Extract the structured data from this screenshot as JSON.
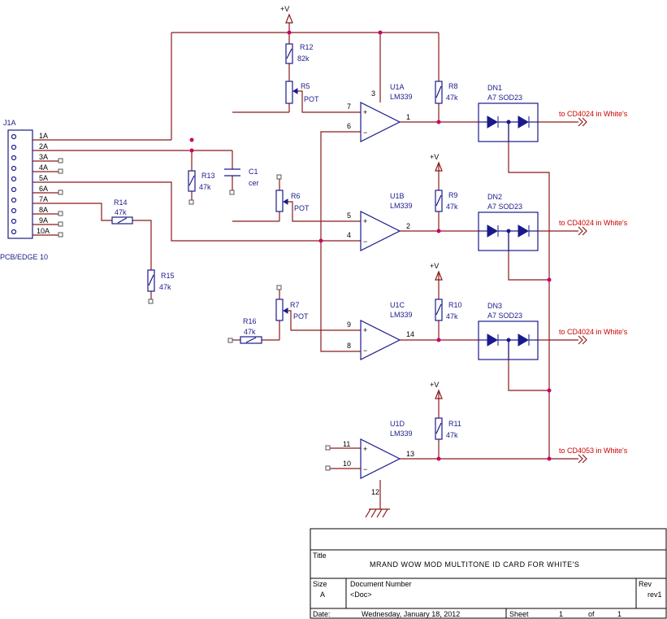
{
  "connector": {
    "ref": "J1A",
    "name": "PCB/EDGE 10",
    "pins": [
      "1A",
      "2A",
      "3A",
      "4A",
      "5A",
      "6A",
      "7A",
      "8A",
      "9A",
      "10A"
    ]
  },
  "supply": {
    "label": "+V"
  },
  "components": {
    "R12": {
      "ref": "R12",
      "value": "82k"
    },
    "R5": {
      "ref": "R5",
      "value": "POT"
    },
    "R6": {
      "ref": "R6",
      "value": "POT"
    },
    "R7": {
      "ref": "R7",
      "value": "POT"
    },
    "R8": {
      "ref": "R8",
      "value": "47k"
    },
    "R9": {
      "ref": "R9",
      "value": "47k"
    },
    "R10": {
      "ref": "R10",
      "value": "47k"
    },
    "R11": {
      "ref": "R11",
      "value": "47k"
    },
    "R13": {
      "ref": "R13",
      "value": "47k"
    },
    "R14": {
      "ref": "R14",
      "value": "47k"
    },
    "R15": {
      "ref": "R15",
      "value": "47k"
    },
    "R16": {
      "ref": "R16",
      "value": "47k"
    },
    "C1": {
      "ref": "C1",
      "value": "cer"
    }
  },
  "opamps": {
    "U1A": {
      "ref": "U1A",
      "part": "LM339",
      "in_plus": "7",
      "in_minus": "6",
      "out": "1",
      "vcc": "3"
    },
    "U1B": {
      "ref": "U1B",
      "part": "LM339",
      "in_plus": "5",
      "in_minus": "4",
      "out": "2"
    },
    "U1C": {
      "ref": "U1C",
      "part": "LM339",
      "in_plus": "9",
      "in_minus": "8",
      "out": "14"
    },
    "U1D": {
      "ref": "U1D",
      "part": "LM339",
      "in_plus": "11",
      "in_minus": "10",
      "out": "13",
      "gnd": "12"
    }
  },
  "diodes": {
    "DN1": {
      "ref": "DN1",
      "part": "A7 SOD23"
    },
    "DN2": {
      "ref": "DN2",
      "part": "A7 SOD23"
    },
    "DN3": {
      "ref": "DN3",
      "part": "A7 SOD23"
    }
  },
  "outputs": {
    "o1": "to CD4024 in White's",
    "o2": "to CD4024 in White's",
    "o3": "to CD4024 in White's",
    "o4": "to CD4053 in White's"
  },
  "title_block": {
    "title_label": "Title",
    "title": "MRAND WOW MOD MULTITONE ID CARD FOR WHITE'S",
    "size_label": "Size",
    "size": "A",
    "docnum_label": "Document Number",
    "docnum": "<Doc>",
    "rev_label": "Rev",
    "rev": "rev1",
    "date_label": "Date:",
    "date": "Wednesday, January 18, 2012",
    "sheet_label": "Sheet",
    "sheet": "1",
    "of_label": "of",
    "of": "1"
  }
}
